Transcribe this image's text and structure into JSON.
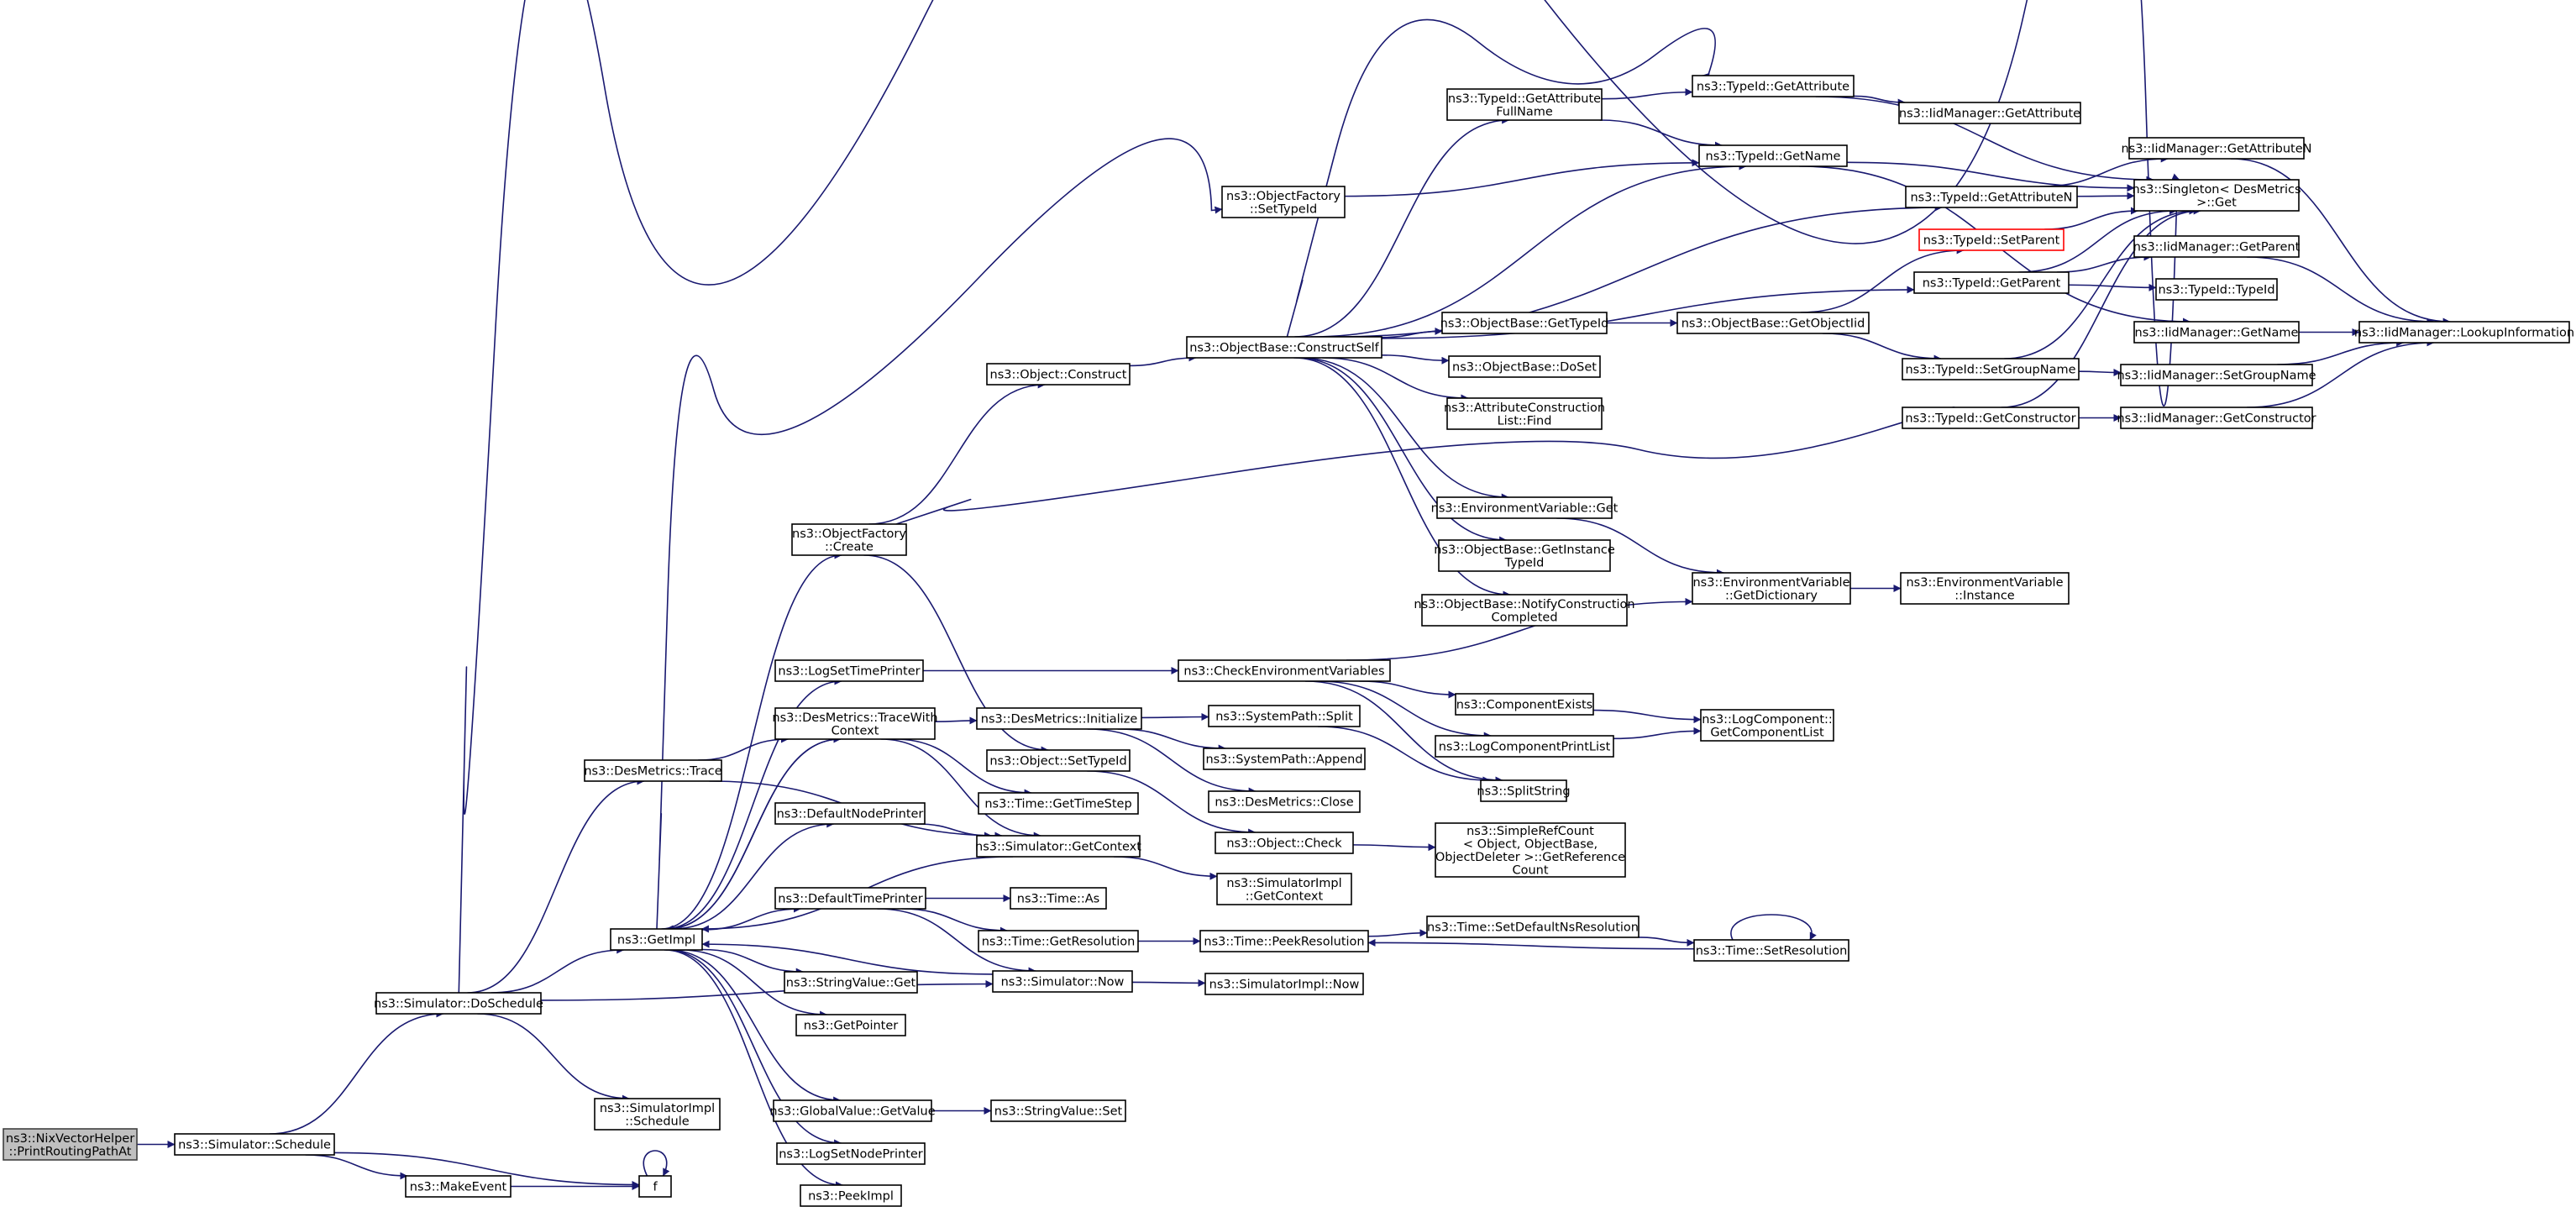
{
  "diagram": {
    "type": "call-graph",
    "edge_color": "#191970",
    "highlight_color": "#ff0000",
    "root_fill": "#bfbfbf",
    "nodes": [
      {
        "id": "n0",
        "lines": [
          "ns3::NixVectorHelper",
          "::PrintRoutingPathAt"
        ],
        "root": true
      },
      {
        "id": "n1",
        "lines": [
          "ns3::Simulator::Schedule"
        ]
      },
      {
        "id": "n2",
        "lines": [
          "ns3::Simulator::DoSchedule"
        ]
      },
      {
        "id": "n3",
        "lines": [
          "ns3::MakeEvent"
        ]
      },
      {
        "id": "n4",
        "lines": [
          "f"
        ]
      },
      {
        "id": "n5",
        "lines": [
          "ns3::GetImpl"
        ]
      },
      {
        "id": "n6",
        "lines": [
          "ns3::SimulatorImpl",
          "::Schedule"
        ]
      },
      {
        "id": "n7",
        "lines": [
          "ns3::DesMetrics::Trace"
        ]
      },
      {
        "id": "n8",
        "lines": [
          "ns3::Singleton< DesMetrics",
          ">::Get"
        ]
      },
      {
        "id": "n9",
        "lines": [
          "ns3::Simulator::Now"
        ]
      },
      {
        "id": "n10",
        "lines": [
          "ns3::ObjectFactory",
          "::Create"
        ]
      },
      {
        "id": "n11",
        "lines": [
          "ns3::LogSetTimePrinter"
        ]
      },
      {
        "id": "n12",
        "lines": [
          "ns3::DesMetrics::TraceWith",
          "Context"
        ]
      },
      {
        "id": "n13",
        "lines": [
          "ns3::DefaultNodePrinter"
        ]
      },
      {
        "id": "n14",
        "lines": [
          "ns3::DefaultTimePrinter"
        ]
      },
      {
        "id": "n15",
        "lines": [
          "ns3::StringValue::Get"
        ]
      },
      {
        "id": "n16",
        "lines": [
          "ns3::GetPointer"
        ]
      },
      {
        "id": "n17",
        "lines": [
          "ns3::GlobalValue::GetValue"
        ]
      },
      {
        "id": "n18",
        "lines": [
          "ns3::LogSetNodePrinter"
        ]
      },
      {
        "id": "n19",
        "lines": [
          "ns3::PeekImpl"
        ]
      },
      {
        "id": "n20",
        "lines": [
          "ns3::Object::Construct"
        ]
      },
      {
        "id": "n21",
        "lines": [
          "ns3::ObjectFactory",
          "::SetTypeId"
        ]
      },
      {
        "id": "n22",
        "lines": [
          "ns3::DesMetrics::Initialize"
        ]
      },
      {
        "id": "n23",
        "lines": [
          "ns3::Object::SetTypeId"
        ]
      },
      {
        "id": "n24",
        "lines": [
          "ns3::Time::GetTimeStep"
        ]
      },
      {
        "id": "n25",
        "lines": [
          "ns3::Simulator::GetContext"
        ]
      },
      {
        "id": "n26",
        "lines": [
          "ns3::Time::As"
        ]
      },
      {
        "id": "n27",
        "lines": [
          "ns3::Time::GetResolution"
        ]
      },
      {
        "id": "n28",
        "lines": [
          "ns3::StringValue::Set"
        ]
      },
      {
        "id": "n29",
        "lines": [
          "ns3::ObjectBase::ConstructSelf"
        ]
      },
      {
        "id": "n30",
        "lines": [
          "ns3::CheckEnvironmentVariables"
        ]
      },
      {
        "id": "n31",
        "lines": [
          "ns3::SystemPath::Split"
        ]
      },
      {
        "id": "n32",
        "lines": [
          "ns3::SystemPath::Append"
        ]
      },
      {
        "id": "n33",
        "lines": [
          "ns3::DesMetrics::Close"
        ]
      },
      {
        "id": "n34",
        "lines": [
          "ns3::Object::Check"
        ]
      },
      {
        "id": "n35",
        "lines": [
          "ns3::SimulatorImpl",
          "::GetContext"
        ]
      },
      {
        "id": "n36",
        "lines": [
          "ns3::Time::PeekResolution"
        ]
      },
      {
        "id": "n37",
        "lines": [
          "ns3::SimulatorImpl::Now"
        ]
      },
      {
        "id": "n38",
        "lines": [
          "ns3::TypeId::GetAttribute",
          "FullName"
        ]
      },
      {
        "id": "n39",
        "lines": [
          "ns3::ObjectBase::GetTypeId"
        ]
      },
      {
        "id": "n40",
        "lines": [
          "ns3::ObjectBase::DoSet"
        ]
      },
      {
        "id": "n41",
        "lines": [
          "ns3::AttributeConstruction",
          "List::Find"
        ]
      },
      {
        "id": "n42",
        "lines": [
          "ns3::EnvironmentVariable::Get"
        ]
      },
      {
        "id": "n43",
        "lines": [
          "ns3::ObjectBase::GetInstance",
          "TypeId"
        ]
      },
      {
        "id": "n44",
        "lines": [
          "ns3::ObjectBase::NotifyConstruction",
          "Completed"
        ]
      },
      {
        "id": "n45",
        "lines": [
          "ns3::ComponentExists"
        ]
      },
      {
        "id": "n46",
        "lines": [
          "ns3::LogComponentPrintList"
        ]
      },
      {
        "id": "n47",
        "lines": [
          "ns3::SplitString"
        ]
      },
      {
        "id": "n48",
        "lines": [
          "ns3::SimpleRefCount",
          "< Object, ObjectBase,",
          "ObjectDeleter >::GetReference",
          "Count"
        ]
      },
      {
        "id": "n49",
        "lines": [
          "ns3::Time::SetDefaultNsResolution"
        ]
      },
      {
        "id": "n50",
        "lines": [
          "ns3::TypeId::GetAttribute"
        ]
      },
      {
        "id": "n51",
        "lines": [
          "ns3::TypeId::GetName"
        ]
      },
      {
        "id": "n52",
        "lines": [
          "ns3::ObjectBase::GetObjectIid"
        ]
      },
      {
        "id": "n53",
        "lines": [
          "ns3::EnvironmentVariable",
          "::GetDictionary"
        ]
      },
      {
        "id": "n54",
        "lines": [
          "ns3::LogComponent::",
          "GetComponentList"
        ]
      },
      {
        "id": "n55",
        "lines": [
          "ns3::Time::SetResolution"
        ]
      },
      {
        "id": "n56",
        "lines": [
          "ns3::TypeId::GetAttributeN"
        ]
      },
      {
        "id": "n57",
        "lines": [
          "ns3::TypeId::SetParent"
        ],
        "highlight": true
      },
      {
        "id": "n58",
        "lines": [
          "ns3::TypeId::GetParent"
        ]
      },
      {
        "id": "n59",
        "lines": [
          "ns3::TypeId::SetGroupName"
        ]
      },
      {
        "id": "n60",
        "lines": [
          "ns3::TypeId::GetConstructor"
        ]
      },
      {
        "id": "n61",
        "lines": [
          "ns3::EnvironmentVariable",
          "::Instance"
        ]
      },
      {
        "id": "n62",
        "lines": [
          "ns3::IidManager::GetAttribute"
        ]
      },
      {
        "id": "n63",
        "lines": [
          "ns3::IidManager::GetAttributeN"
        ]
      },
      {
        "id": "n64",
        "lines": [
          "ns3::IidManager::GetParent"
        ]
      },
      {
        "id": "n65",
        "lines": [
          "ns3::TypeId::TypeId"
        ]
      },
      {
        "id": "n66",
        "lines": [
          "ns3::IidManager::GetName"
        ]
      },
      {
        "id": "n67",
        "lines": [
          "ns3::IidManager::SetGroupName"
        ]
      },
      {
        "id": "n68",
        "lines": [
          "ns3::IidManager::GetConstructor"
        ]
      },
      {
        "id": "n69",
        "lines": [
          "ns3::IidManager::LookupInformation"
        ]
      }
    ]
  }
}
